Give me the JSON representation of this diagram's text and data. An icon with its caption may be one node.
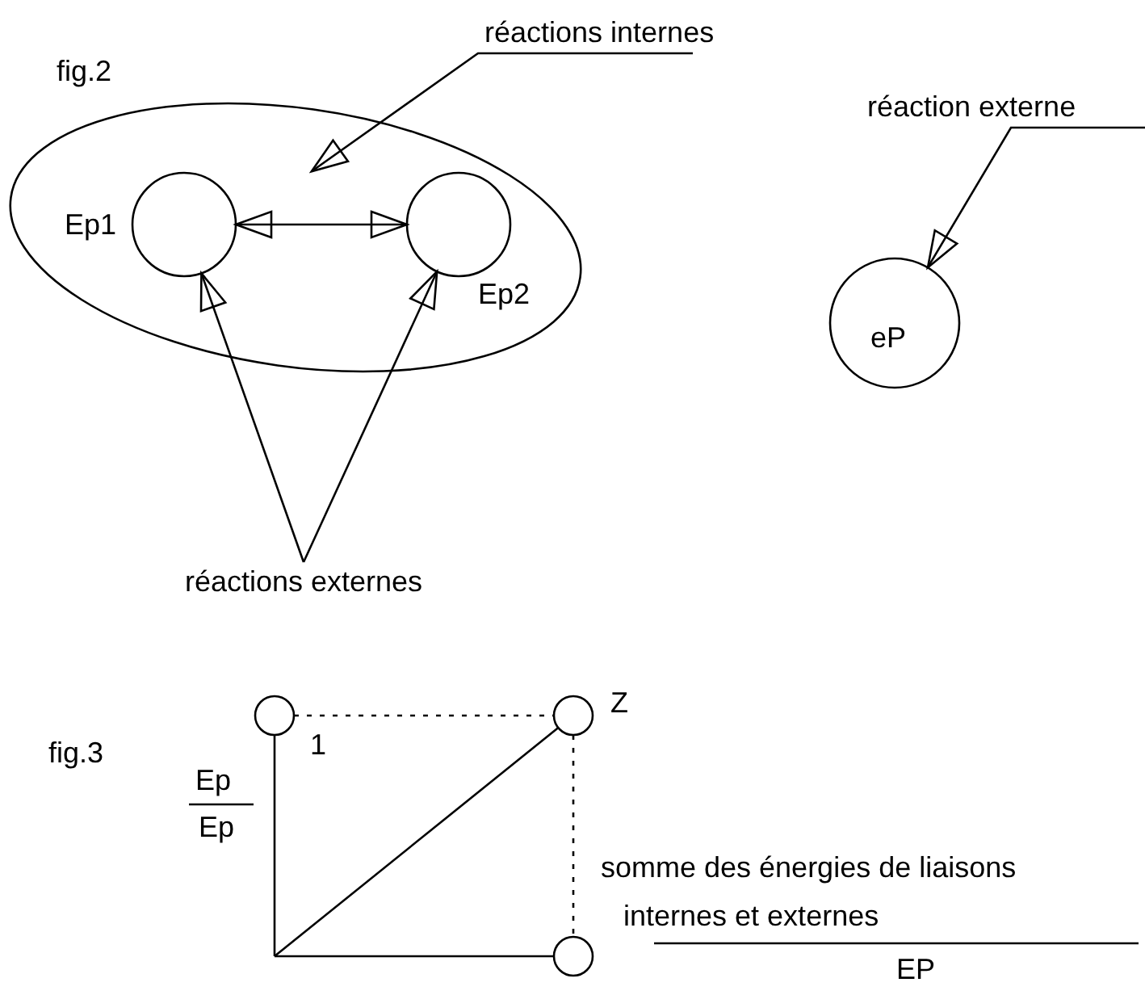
{
  "diagram": {
    "nodes": [
      {
        "text": [],
        "shape": "ellipse"
      },
      {
        "text": [
          "Ep1"
        ],
        "in": 0
      },
      {
        "text": [
          "Ep2"
        ],
        "in": 0
      },
      {
        "text": [
          "réactions internes"
        ]
      },
      {
        "text": [
          "eP"
        ]
      },
      {
        "text": [
          "réaction externe"
        ]
      },
      {
        "text": [
          "réactions externes"
        ]
      },
      {
        "text": [],
        "shape": "circle",
        "beside": [
          "1"
        ]
      },
      {
        "text": [],
        "shape": "circle",
        "beside": [
          "Z"
        ]
      },
      {
        "text": [],
        "shape": "circle"
      }
    ],
    "edges": [
      {
        "from": 1,
        "to": 2,
        "arrow": "both"
      },
      {
        "from": 3,
        "to": 0,
        "arrow": "to"
      },
      {
        "from": 5,
        "to": 4,
        "arrow": "to"
      },
      {
        "from": 6,
        "to": 1,
        "arrow": "to"
      },
      {
        "from": 6,
        "to": 2,
        "arrow": "to"
      },
      {
        "from": null,
        "to": 7,
        "arrow": "none"
      },
      {
        "from": null,
        "to": 8,
        "arrow": "none"
      },
      {
        "from": null,
        "to": 9,
        "arrow": "none"
      },
      {
        "from": 7,
        "to": 8,
        "arrow": "none",
        "style": "dashed"
      },
      {
        "from": 8,
        "to": 9,
        "arrow": "none",
        "style": "dashed"
      }
    ],
    "labels": [
      "fig.2",
      "fig.3",
      "Ep",
      "Ep",
      "somme des énergies de liaisons internes et externes",
      "EP"
    ]
  }
}
